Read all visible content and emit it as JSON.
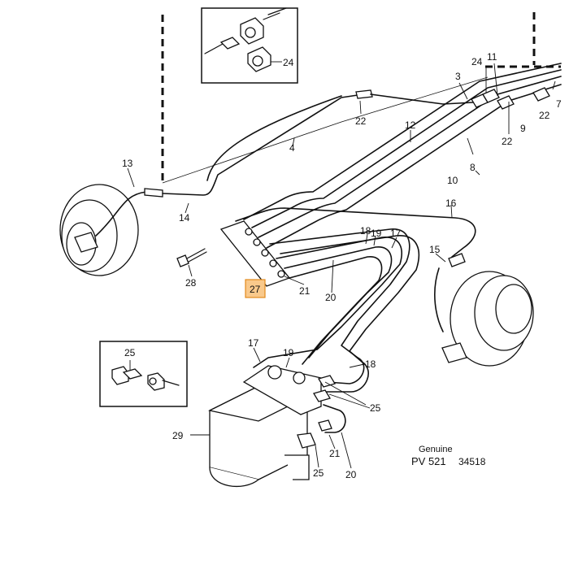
{
  "labels": {
    "l3": "3",
    "l4": "4",
    "l7": "7",
    "l8": "8",
    "l9": "9",
    "l10": "10",
    "l11": "11",
    "l12": "12",
    "l13": "13",
    "l14": "14",
    "l15": "15",
    "l16": "16",
    "l17a": "17",
    "l17b": "17",
    "l18a": "18",
    "l18b": "18",
    "l19a": "19",
    "l19b": "19",
    "l20a": "20",
    "l20b": "20",
    "l21a": "21",
    "l21b": "21",
    "l22a": "22",
    "l22b": "22",
    "l22c": "22",
    "l24a": "24",
    "l24b": "24",
    "l25a": "25",
    "l25b": "25",
    "l25c": "25",
    "l27": "27",
    "l28": "28",
    "l29": "29"
  },
  "signature": {
    "genuine": "Genuine",
    "code": "PV 521",
    "number": "34518"
  },
  "highlight": {
    "label_ref": "27",
    "fill": "#f9c98b",
    "stroke": "#e28a1c"
  }
}
